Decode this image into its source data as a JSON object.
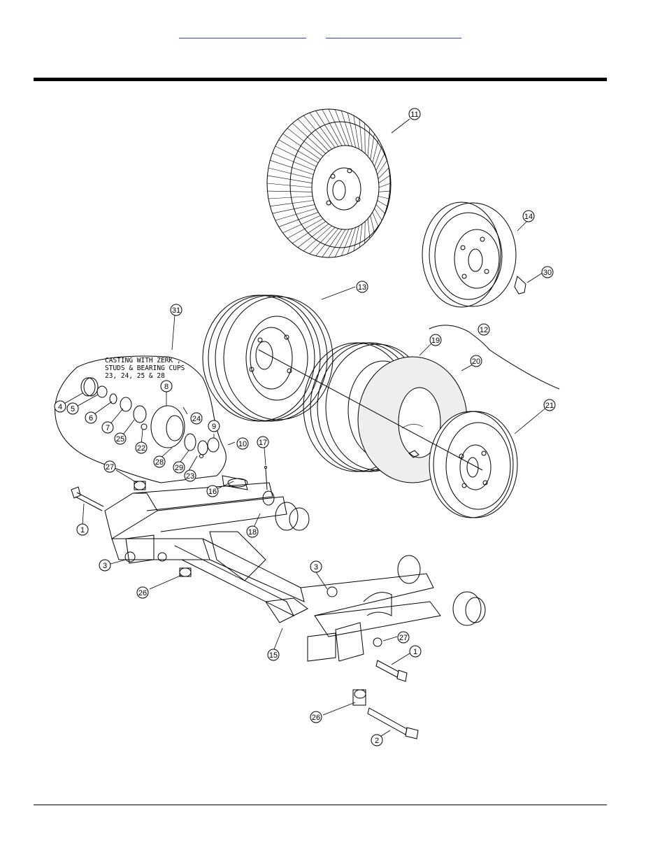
{
  "header": {
    "link_1": "",
    "link_2": ""
  },
  "diagram": {
    "note_lines": [
      "CASTING WITH ZERK ,",
      "STUDS & BEARING CUPS",
      "23, 24, 25 & 28"
    ],
    "callouts": {
      "c1a": "1",
      "c1b": "1",
      "c2": "2",
      "c3a": "3",
      "c3b": "3",
      "c4": "4",
      "c5": "5",
      "c6": "6",
      "c7": "7",
      "c8": "8",
      "c9": "9",
      "c10": "10",
      "c11": "11",
      "c12": "12",
      "c13": "13",
      "c14": "14",
      "c15": "15",
      "c16": "16",
      "c17": "17",
      "c18": "18",
      "c19": "19",
      "c20": "20",
      "c21": "21",
      "c22": "22",
      "c23": "23",
      "c24": "24",
      "c25": "25",
      "c26a": "26",
      "c26b": "26",
      "c27a": "27",
      "c27b": "27",
      "c28": "28",
      "c29": "29",
      "c30": "30",
      "c31": "31"
    }
  }
}
